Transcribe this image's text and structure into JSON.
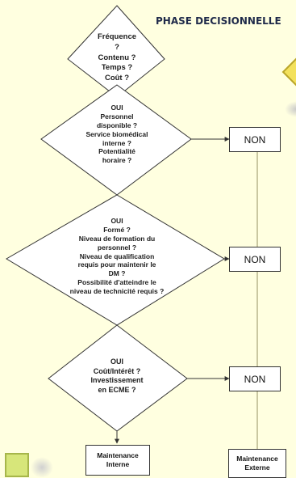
{
  "title": "PHASE DECISIONNELLE",
  "decisions": [
    {
      "lines": [
        "Fréquence",
        "?",
        "Contenu ?",
        "Temps ?",
        "Coût ?"
      ]
    },
    {
      "lines": [
        "OUI",
        "Personnel",
        "disponible ?",
        "Service biomédical",
        "interne ?",
        "Potentialité",
        "horaire ?"
      ]
    },
    {
      "lines": [
        "OUI",
        "Formé ?",
        "Niveau de formation du",
        "personnel ?",
        "Niveau de qualification",
        "requis pour maintenir le",
        "DM ?",
        "Possibilité d'atteindre le",
        "niveau de technicité requis ?"
      ]
    },
    {
      "lines": [
        "OUI",
        "Coût/Intérêt ?",
        "Investissement",
        "en  ECME ?"
      ]
    }
  ],
  "non_label": "NON",
  "maintenance_interne": [
    "Maintenance",
    "Interne"
  ],
  "maintenance_externe": [
    "Maintenance",
    "Externe"
  ],
  "colors": {
    "background": "#ffffe0",
    "diamond_fill": "#ffffff",
    "stroke": "#333333",
    "connector": "#b9b58c",
    "accent_yellow": "#f3e15c",
    "accent_green": "#d7e67a"
  }
}
